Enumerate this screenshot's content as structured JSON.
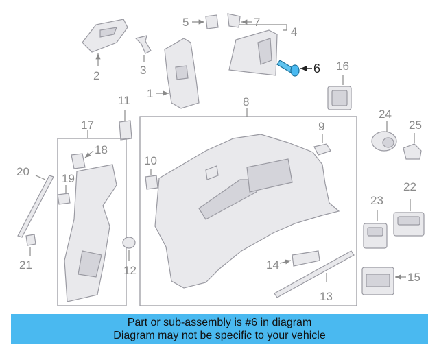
{
  "callouts": {
    "c1": "1",
    "c2": "2",
    "c3": "3",
    "c4": "4",
    "c5": "5",
    "c6": "6",
    "c7": "7",
    "c8": "8",
    "c9": "9",
    "c10": "10",
    "c11": "11",
    "c12": "12",
    "c13": "13",
    "c14": "14",
    "c15": "15",
    "c16": "16",
    "c17": "17",
    "c18": "18",
    "c19": "19",
    "c20": "20",
    "c21": "21",
    "c22": "22",
    "c23": "23",
    "c24": "24",
    "c25": "25"
  },
  "highlight": {
    "part_number": "6",
    "color": "#4ab9f0"
  },
  "banner": {
    "line1": "Part or sub-assembly is #6 in diagram",
    "line2": "Diagram may not be specific to your vehicle",
    "background": "#4ab9f0"
  }
}
